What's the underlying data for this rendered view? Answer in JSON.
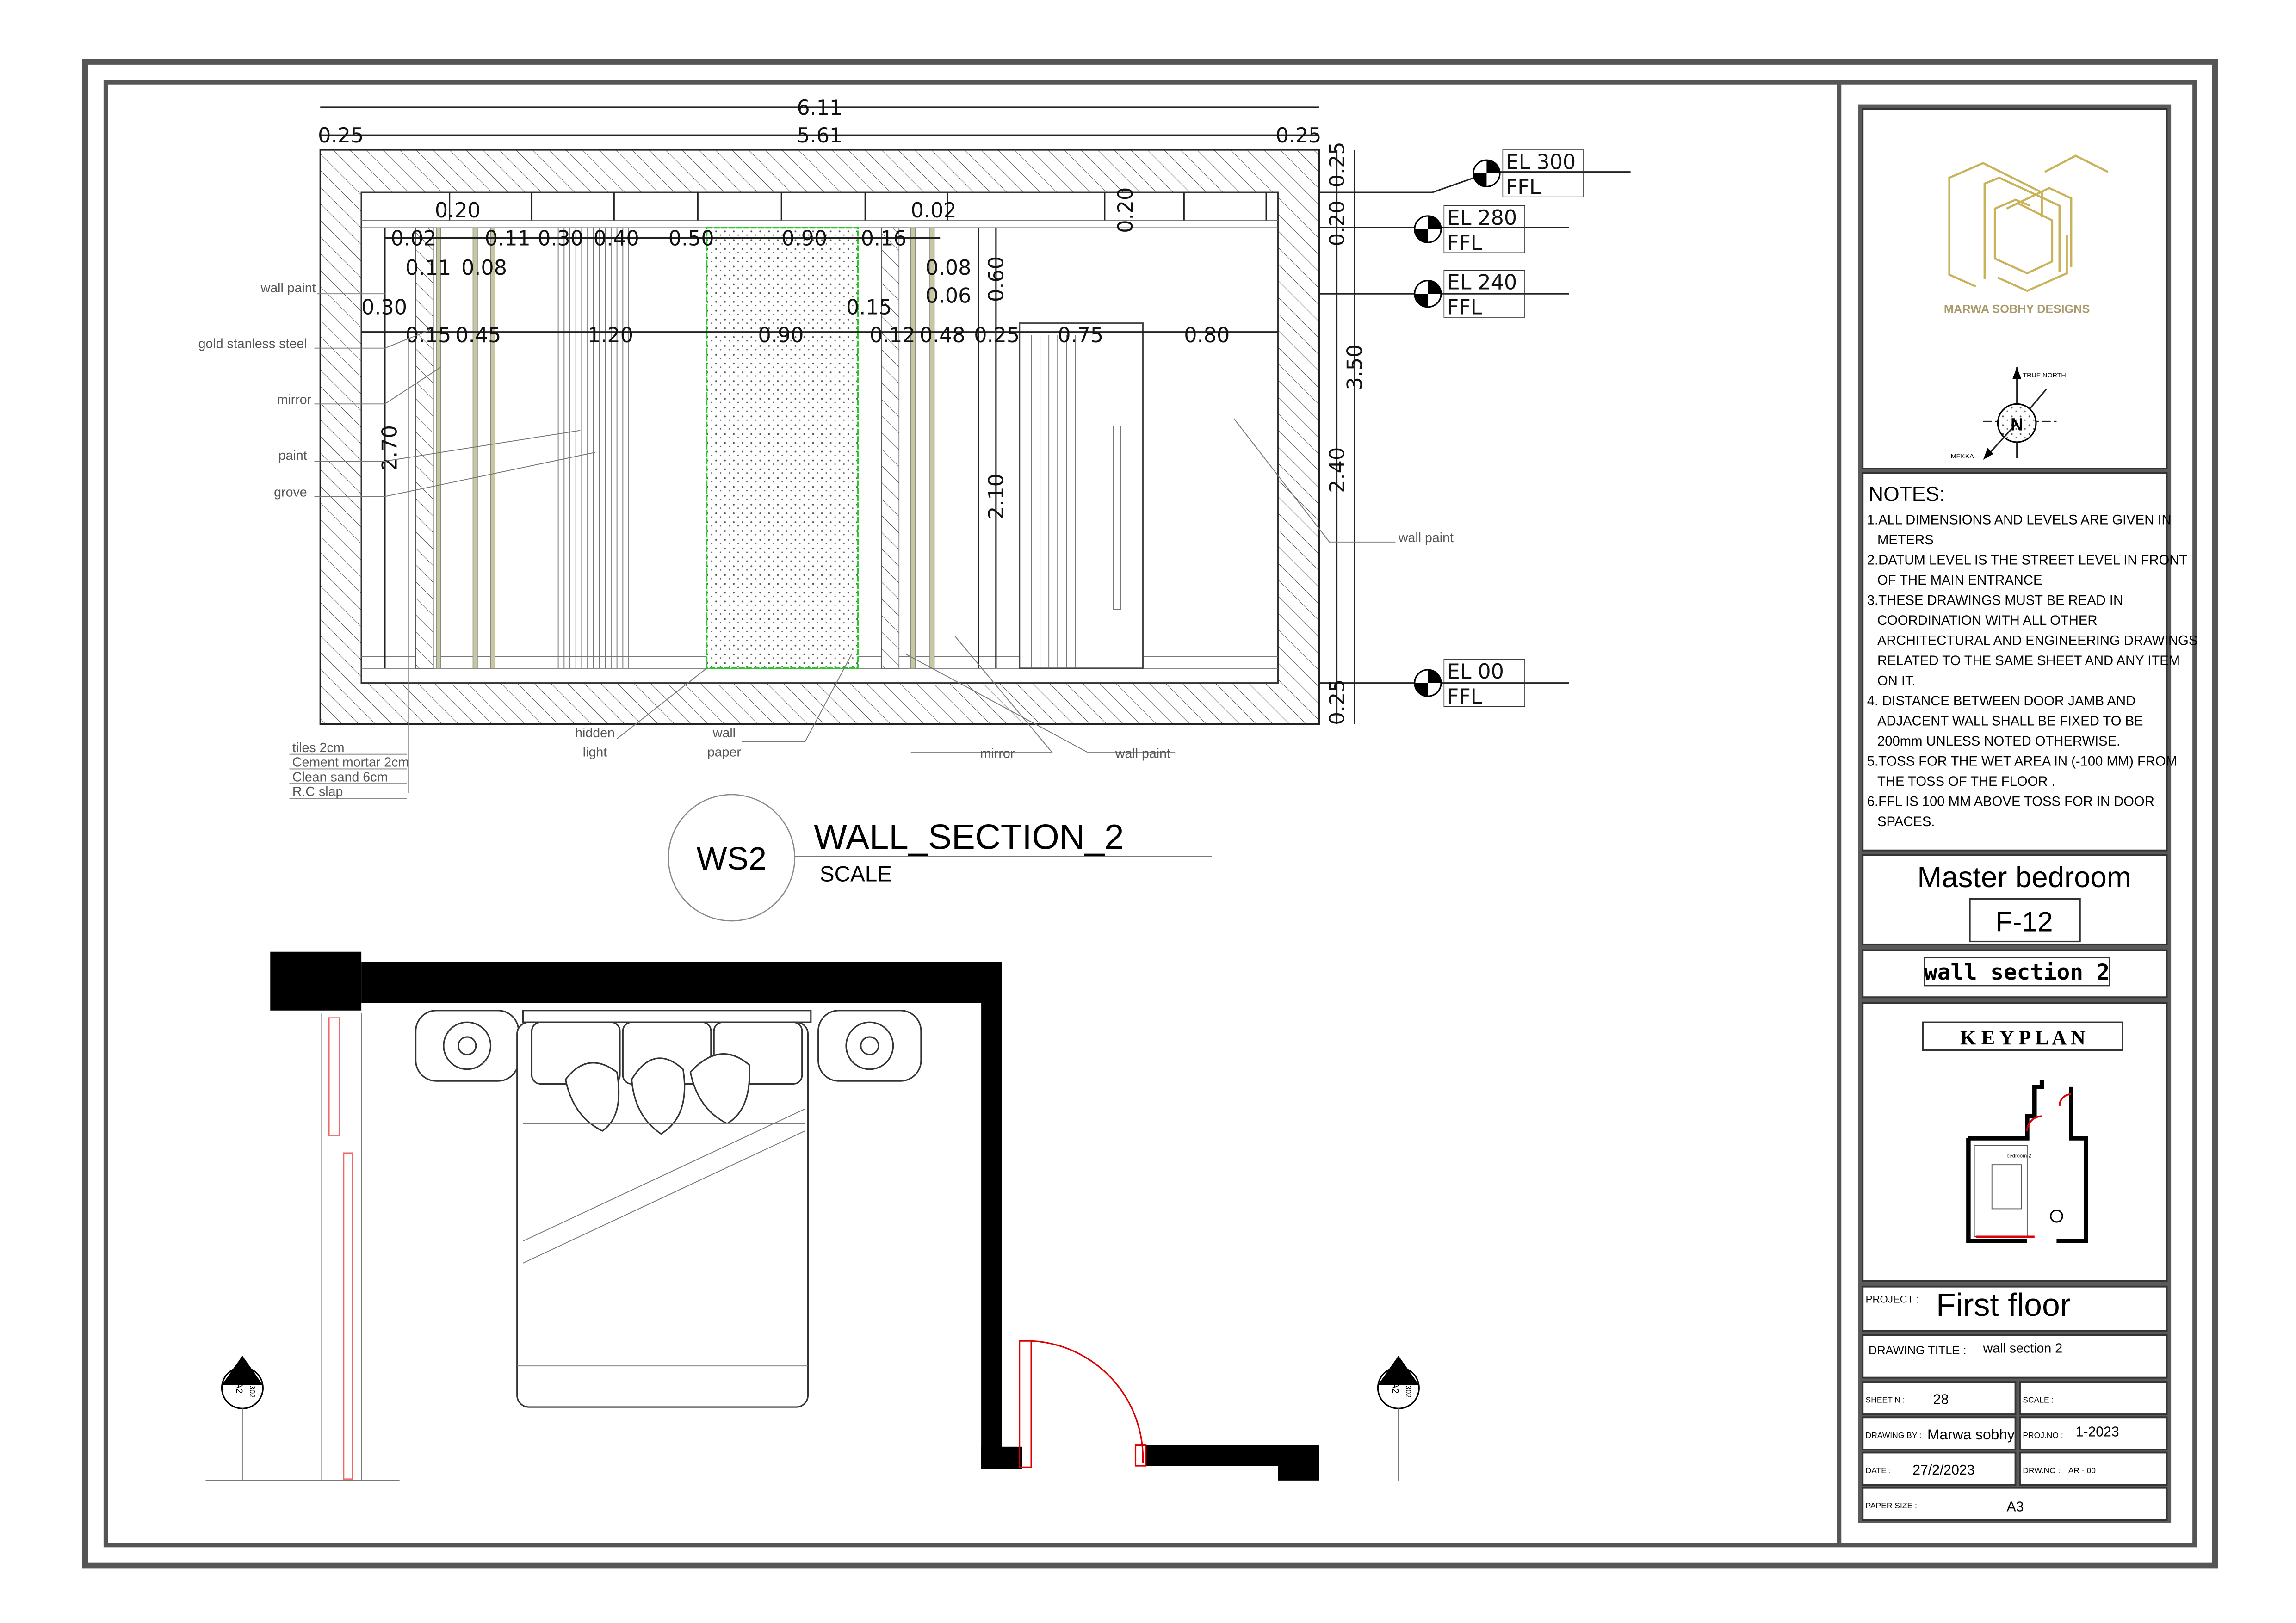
{
  "elevation": {
    "overall_dim": "6.11",
    "top_dims": [
      "0.25",
      "5.61",
      "0.25"
    ],
    "row1_dims": [
      "0.02",
      "0.20",
      "0.11",
      "0.30",
      "0.40",
      "0.50",
      "0.90",
      "0.16",
      "0.02"
    ],
    "row2_dims": [
      "0.11",
      "0.08",
      "0.08",
      "0.06"
    ],
    "row3_dims": [
      "0.30",
      "0.15",
      "0.45",
      "1.20",
      "0.90",
      "0.15",
      "0.12",
      "0.48",
      "0.25",
      "0.75",
      "0.80"
    ],
    "vertical_dims": [
      "2.70",
      "0.60",
      "2.10",
      "0.20",
      "0.25",
      "0.20",
      "2.40",
      "3.50",
      "0.25"
    ],
    "levels": [
      {
        "el": "EL",
        "value": "300",
        "ffl": "FFL"
      },
      {
        "el": "EL",
        "value": "280",
        "ffl": "FFL"
      },
      {
        "el": "EL",
        "value": "240",
        "ffl": "FFL"
      },
      {
        "el": "EL",
        "value": "00",
        "ffl": "FFL"
      }
    ],
    "left_labels": [
      "wall paint",
      "gold stanless steel",
      "mirror",
      "paint",
      "grove"
    ],
    "bottom_labels": [
      "hidden",
      "light",
      "wall",
      "paper",
      "mirror",
      "wall paint"
    ],
    "right_label": "wall paint",
    "floor_layers": [
      "tiles 2cm",
      "Cement mortar 2cm",
      "Clean sand 6cm",
      "R.C slap"
    ],
    "accent_colors": {
      "wallpaper_border": "#22cc22",
      "gold_strip": "#a8a878",
      "door": "#dd0000"
    }
  },
  "section_title": {
    "tag": "WS2",
    "title": "WALL_SECTION_2",
    "scale": "SCALE"
  },
  "plan": {
    "markers": [
      {
        "ref": "A2",
        "sheet": "A-302"
      },
      {
        "ref": "A2",
        "sheet": "A-302"
      }
    ]
  },
  "title_block": {
    "logo_text": "MARWA SOBHY DESIGNS",
    "compass": {
      "north": "TRUE NORTH",
      "mekka": "MEKKA",
      "n": "N"
    },
    "notes_title": "NOTES:",
    "notes": [
      [
        "1.ALL DIMENSIONS AND LEVELS ARE GIVEN IN",
        "METERS"
      ],
      [
        "2.DATUM LEVEL IS THE STREET LEVEL IN FRONT",
        "OF THE MAIN ENTRANCE"
      ],
      [
        "3.THESE DRAWINGS MUST BE READ IN",
        "COORDINATION WITH ALL OTHER",
        "ARCHITECTURAL AND ENGINEERING DRAWINGS",
        "RELATED TO THE SAME SHEET AND ANY ITEM",
        "ON IT."
      ],
      [
        "4.  DISTANCE BETWEEN DOOR JAMB AND",
        "ADJACENT WALL SHALL BE FIXED TO BE",
        "200mm UNLESS NOTED OTHERWISE."
      ],
      [
        "5.TOSS FOR THE WET AREA  IN (-100 MM) FROM",
        "THE TOSS OF THE FLOOR ."
      ],
      [
        "6.FFL IS 100 MM ABOVE TOSS FOR IN DOOR",
        "SPACES."
      ]
    ],
    "room": "Master bedroom",
    "room_code": "F-12",
    "sheet_title": "wall  section  2",
    "keyplan": "K E Y P L A N",
    "keyplan_room": "bedroom 2",
    "project_label": "PROJECT :",
    "project": "First  floor",
    "drawing_title_label": "DRAWING TITLE  :",
    "drawing_title": "wall section 2",
    "sheet_label": "SHEET N :",
    "sheet": "28",
    "scale_label": "SCALE :",
    "scale": "",
    "drawing_by_label": "DRAWING BY :",
    "drawing_by": "Marwa sobhy",
    "proj_no_label": "PROJ.NO :",
    "proj_no": "1-2023",
    "date_label": "DATE :",
    "date": "27/2/2023",
    "drw_no_label": "DRW.NO :",
    "drw_no": "AR - 00",
    "paper_label": "PAPER SIZE :",
    "paper": "A3"
  }
}
